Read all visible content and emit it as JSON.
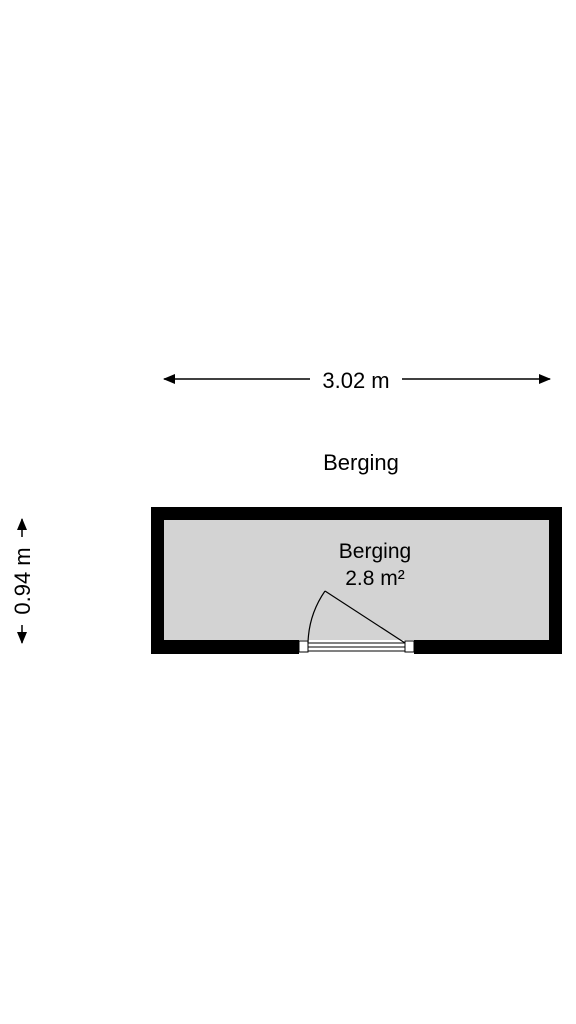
{
  "floor_title": "Berging",
  "dimensions": {
    "width_label": "3.02 m",
    "depth_label": "0.94 m"
  },
  "room": {
    "name": "Berging",
    "area": "2.8 m²"
  },
  "colors": {
    "wall": "#000000",
    "floor": "#d3d3d3",
    "background": "#ffffff",
    "door_frame": "#ffffff"
  }
}
